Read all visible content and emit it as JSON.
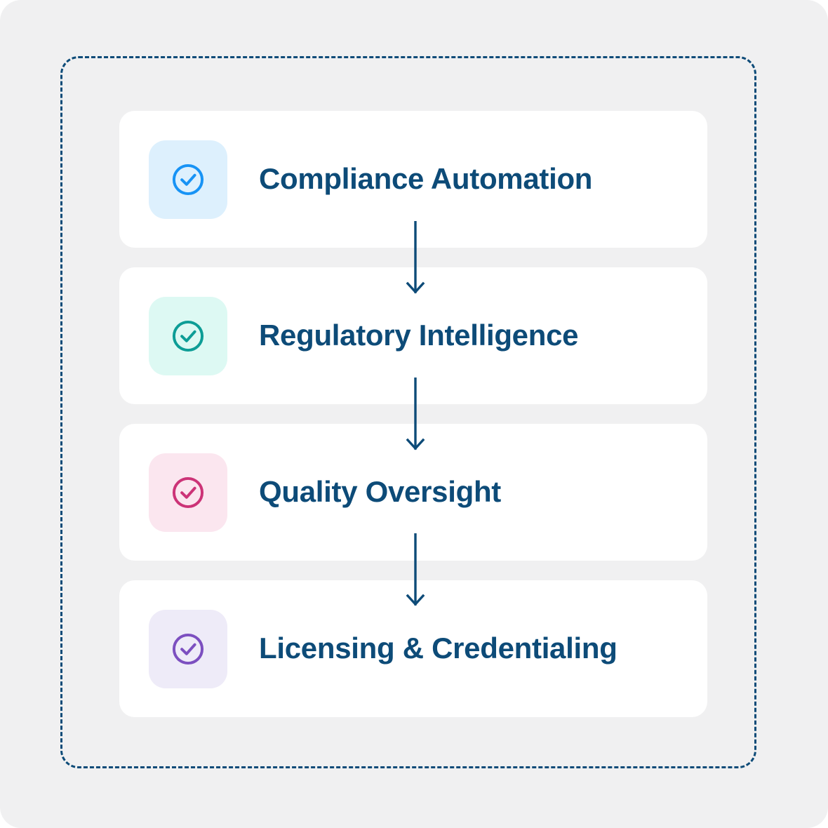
{
  "diagram": {
    "title_visible": false,
    "container": {
      "name": "dashed-process-container",
      "border_color": "#0d4b78",
      "border_style": "dashed"
    },
    "background_color": "#f0f0f1",
    "card_background": "#ffffff",
    "label_color": "#0d4b78",
    "connector_color": "#0d4b78",
    "steps": [
      {
        "label": "Compliance Automation",
        "icon": "circle-check-icon",
        "icon_color": "#1793f5",
        "icon_tile_color": "#ddf0fd"
      },
      {
        "label": "Regulatory Intelligence",
        "icon": "circle-check-icon",
        "icon_color": "#0d9d96",
        "icon_tile_color": "#ddf9f3"
      },
      {
        "label": "Quality Oversight",
        "icon": "circle-check-icon",
        "icon_color": "#cc3377",
        "icon_tile_color": "#fbe6ef"
      },
      {
        "label": "Licensing & Credentialing",
        "icon": "circle-check-icon",
        "icon_color": "#7c4fc0",
        "icon_tile_color": "#eeebf8"
      }
    ],
    "connectors": [
      {
        "name": "arrow-step1-to-step2",
        "direction": "down"
      },
      {
        "name": "arrow-step2-to-step3",
        "direction": "down"
      },
      {
        "name": "arrow-step3-to-step4",
        "direction": "down"
      }
    ]
  }
}
